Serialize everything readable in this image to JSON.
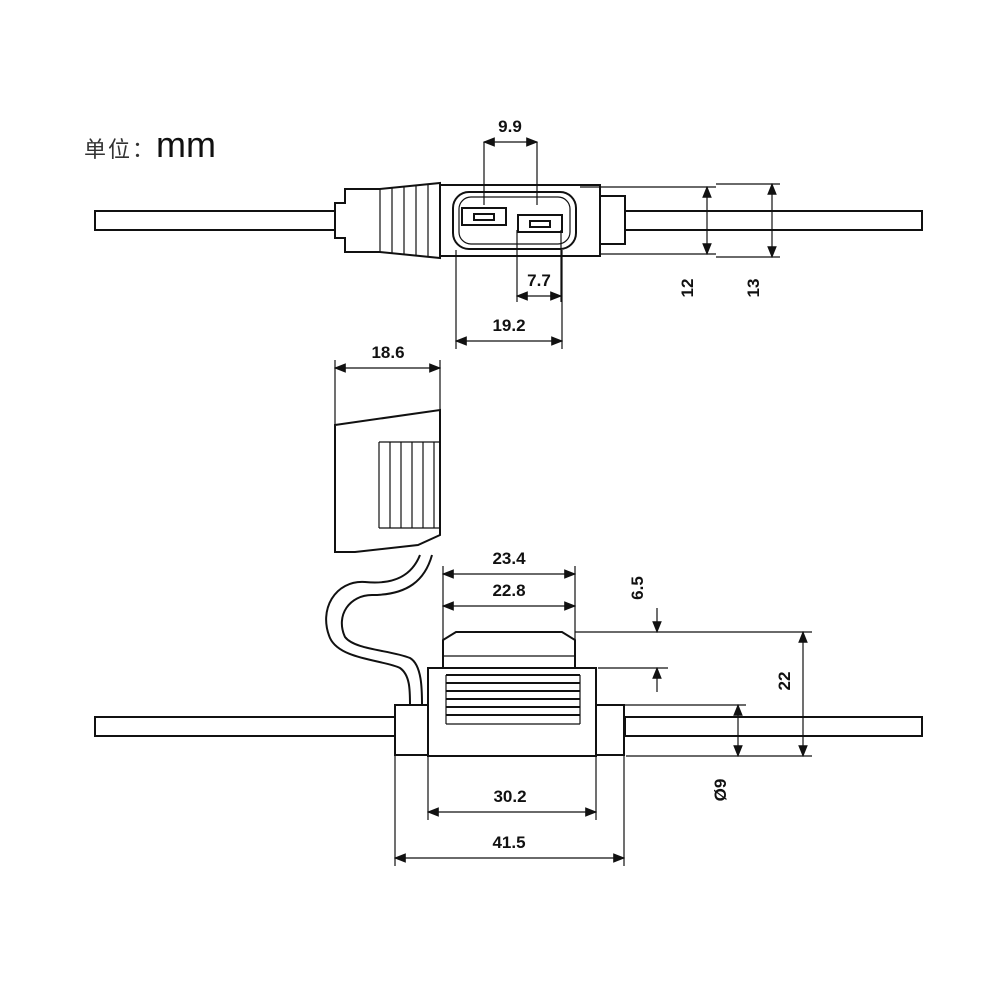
{
  "unit": {
    "prefix": "单位：",
    "value": "mm"
  },
  "dimensions": {
    "top_opening_width": "9.9",
    "top_slot_width": "7.7",
    "top_body_width": "19.2",
    "top_height_inner": "12",
    "top_height_outer": "13",
    "cap_width": "18.6",
    "fuse_outer_width": "23.4",
    "fuse_inner_width": "22.8",
    "fuse_protrusion": "6.5",
    "total_height": "22",
    "wire_diameter": "Ø9",
    "body_width": "30.2",
    "overall_length": "41.5"
  }
}
